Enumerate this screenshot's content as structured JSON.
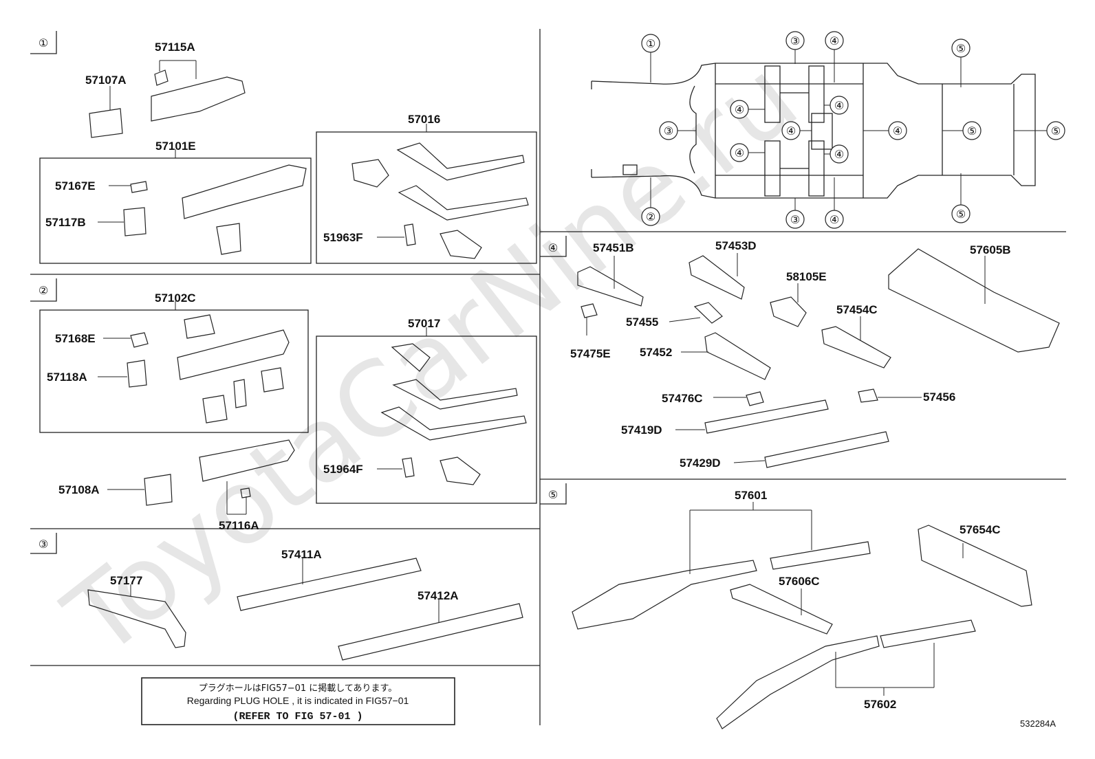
{
  "watermark": "ToyotaCarNine.ru",
  "reference_id": "532284A",
  "note": {
    "line_jp": "プラグホールはFIG57−01 に掲載してあります。",
    "line_en": "Regarding PLUG HOLE , it is indicated in FIG57−01",
    "line_ref": "(REFER TO FIG 57-01  )"
  },
  "sections": [
    {
      "id": "1",
      "symbol": "①"
    },
    {
      "id": "2",
      "symbol": "②"
    },
    {
      "id": "3",
      "symbol": "③"
    },
    {
      "id": "4",
      "symbol": "④"
    },
    {
      "id": "5",
      "symbol": "⑤"
    }
  ],
  "overview_callouts": [
    "①",
    "②",
    "③",
    "③",
    "③",
    "④",
    "④",
    "④",
    "④",
    "④",
    "④",
    "④",
    "④",
    "④",
    "⑤",
    "⑤",
    "⑤",
    "⑤"
  ],
  "part_labels": {
    "p57115A": "57115A",
    "p57107A": "57107A",
    "p57101E": "57101E",
    "p57167E": "57167E",
    "p57117B": "57117B",
    "p57016": "57016",
    "p51963F": "51963F",
    "p57102C": "57102C",
    "p57168E": "57168E",
    "p57118A": "57118A",
    "p57017": "57017",
    "p51964F": "51964F",
    "p57108A": "57108A",
    "p57116A": "57116A",
    "p57177": "57177",
    "p57411A": "57411A",
    "p57412A": "57412A",
    "p57451B": "57451B",
    "p57453D": "57453D",
    "p58105E": "58105E",
    "p57605B": "57605B",
    "p57455": "57455",
    "p57454C": "57454C",
    "p57475E": "57475E",
    "p57452": "57452",
    "p57476C": "57476C",
    "p57456": "57456",
    "p57419D": "57419D",
    "p57429D": "57429D",
    "p57601": "57601",
    "p57654C": "57654C",
    "p57606C": "57606C",
    "p57602": "57602"
  }
}
